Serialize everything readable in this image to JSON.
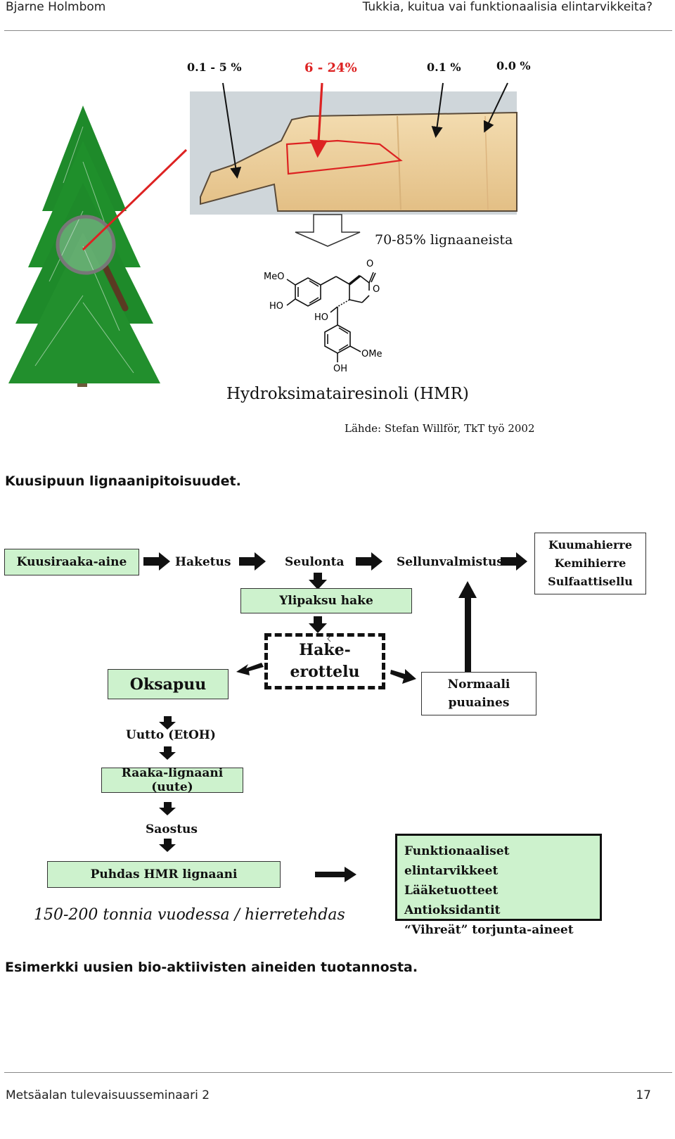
{
  "header": {
    "author": "Bjarne Holmbom",
    "title": "Tukkia, kuitua vai funktionaalisia elintarvikkeita?"
  },
  "figure1": {
    "percentages": [
      "0.1 - 5 %",
      "6 - 24%",
      "0.1 %",
      "0.0 %"
    ],
    "lignan_share": "70-85% lignaaneista",
    "molecule_labels": {
      "meo": "MeO",
      "ho1": "HO",
      "ho2": "HO",
      "o1": "O",
      "o2": "O",
      "ome": "OMe",
      "oh": "OH"
    },
    "compound": "Hydroksimatairesinoli (HMR)",
    "source": "Lähde: Stefan Willför, TkT työ 2002",
    "caption": "Kuusipuun lignaanipitoisuudet."
  },
  "flow": {
    "raw": "Kuusiraaka-aine",
    "chipping": "Haketus",
    "screening": "Seulonta",
    "pulping": "Sellunvalmistus",
    "processes": [
      "Kuumahierre",
      "Kemihierre",
      "Sulfaattisellu"
    ],
    "oversize": "Ylipaksu hake",
    "separation_1": "Hake-",
    "separation_2": "erottelu",
    "knotwood": "Oksapuu",
    "normal_1": "Normaali",
    "normal_2": "puuaines",
    "extraction": "Uutto (EtOH)",
    "crude": "Raaka-lignaani (uute)",
    "precipitation": "Saostus",
    "pure": "Puhdas HMR lignaani",
    "capacity": "150-200 tonnia vuodessa / hierretehdas",
    "uses": [
      "Funktionaaliset elintarvikkeet",
      "Lääketuotteet",
      "Antioksidantit",
      "“Vihreät” torjunta-aineet"
    ],
    "caption": "Esimerkki uusien bio-aktiivisten aineiden tuotannosta."
  },
  "footer": {
    "seminar": "Metsäalan tulevaisuusseminaari 2",
    "page": "17"
  },
  "colors": {
    "highlight_red": "#dd2222",
    "box_green": "#cdf2cd",
    "tree_green": "#1e8a2a"
  }
}
